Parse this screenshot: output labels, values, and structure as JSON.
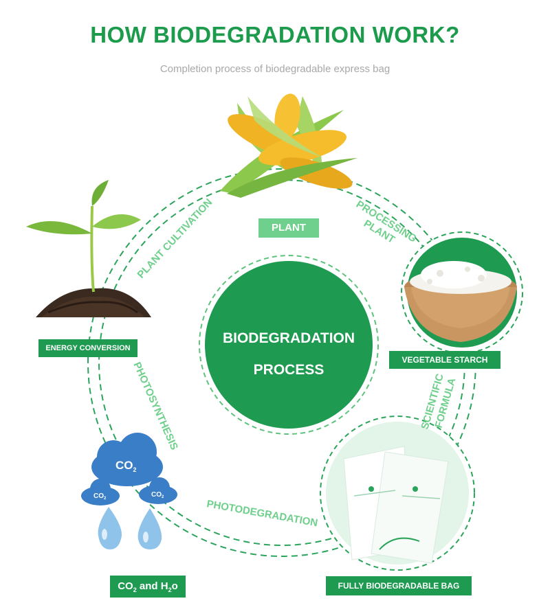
{
  "header": {
    "title": "HOW BIODEGRADATION WORK?",
    "subtitle": "Completion process of biodegradable express bag"
  },
  "center": {
    "line1": "BIODEGRADATION",
    "line2": "PROCESS"
  },
  "stages": {
    "plant": "PLANT",
    "energy_conversion": "ENERGY CONVERSION",
    "vegetable_starch": "VEGETABLE STARCH",
    "fully_biodegradable_bag": "FULLY BIODEGRADABLE BAG",
    "co2_h2o": {
      "co": "CO",
      "sub2": "2",
      "and_h": " and H",
      "sub_2": "2",
      "o": "o"
    }
  },
  "arcs": {
    "plant_cultivation": "PLANT CULTIVATION",
    "processing": "PROCESSING",
    "plant": "PLANT",
    "scientific": "SCIENTIFIC",
    "formula": "FORMULA",
    "photodegradation": "PHOTODEGRADATION",
    "photosynthesis": "PHOTOSYNTHESIS"
  },
  "clouds": {
    "big": {
      "co": "CO",
      "sub": "2"
    },
    "small_left": {
      "co": "CO",
      "sub": "2"
    },
    "small_right": {
      "co": "CO",
      "sub": "2"
    }
  },
  "colors": {
    "green_dark": "#1e9a51",
    "green_light": "#6fcf8c",
    "dash": "#2aa45a",
    "cloud": "#3a7ec7"
  }
}
